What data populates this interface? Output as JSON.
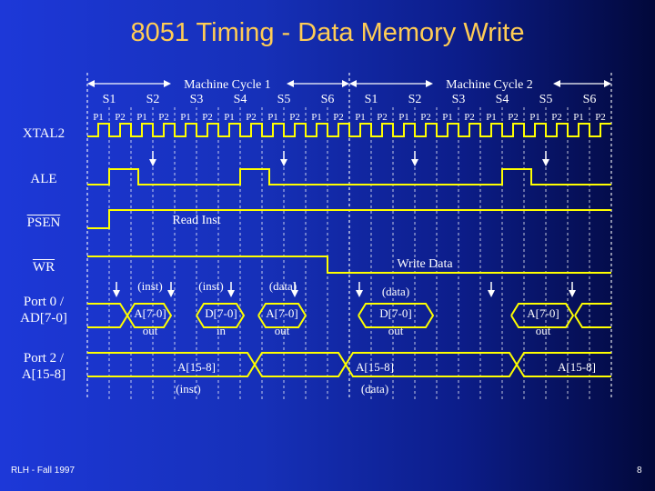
{
  "title": "8051 Timing - Data Memory Write",
  "machine_cycles": [
    "Machine Cycle 1",
    "Machine Cycle 2"
  ],
  "states": [
    "S1",
    "S2",
    "S3",
    "S4",
    "S5",
    "S6",
    "S1",
    "S2",
    "S3",
    "S4",
    "S5",
    "S6"
  ],
  "phases": [
    "P1",
    "P2"
  ],
  "signals": {
    "xtal2": "XTAL2",
    "ale": "ALE",
    "psen": "PSEN",
    "wr": "WR",
    "port0": [
      "Port 0 /",
      "AD[7-0]"
    ],
    "port2": [
      "Port 2 /",
      "A[15-8]"
    ]
  },
  "annotations": {
    "read_inst": "Read Inst",
    "write_data": "Write Data",
    "inst_1": "(inst)",
    "inst_2": "(inst)",
    "data_1": "(data)",
    "data_2": "(data)",
    "a70_out_1": [
      "A[7-0]",
      "out"
    ],
    "d70_in": [
      "D[7-0]",
      "in"
    ],
    "a70_out_2": [
      "A[7-0]",
      "out"
    ],
    "d70_out": [
      "D[7-0]",
      "out"
    ],
    "a70_out_3": [
      "A[7-0]",
      "out"
    ],
    "a158_1": "A[15-8]",
    "a158_2": "A[15-8]",
    "a158_3": "A[15-8]",
    "p2_inst": "(inst)",
    "p2_data": "(data)"
  },
  "footer": {
    "author": "RLH - Fall 1997",
    "page": "8"
  },
  "colors": {
    "waveform": "#ffff00",
    "title": "#ffcc55",
    "text": "#ffffff"
  }
}
